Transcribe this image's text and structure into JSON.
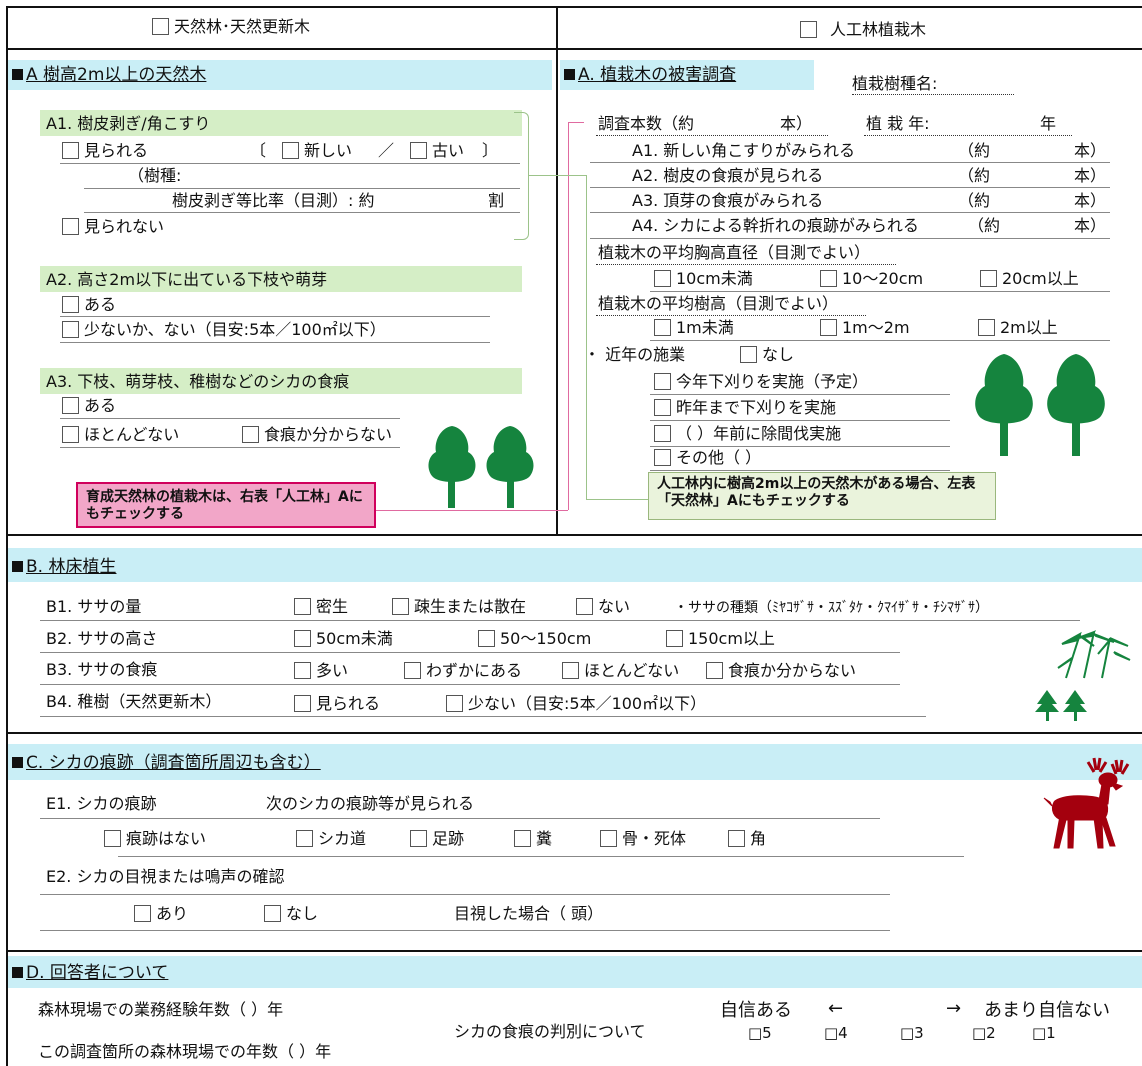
{
  "header": {
    "left_label": "天然林･天然更新木",
    "right_label": "人工林植栽木"
  },
  "A_left": {
    "title": "A 樹高2m以上の天然木",
    "A1": {
      "label": "A1. 樹皮剥ぎ/角こすり",
      "seen": "見られる",
      "bracket_open": "〔",
      "new": "新しい",
      "slash": "／",
      "old": "古い",
      "bracket_close": "〕",
      "species": "（樹種:",
      "ratio": "樹皮剥ぎ等比率（目測）: 約",
      "ratio_unit": "割",
      "not_seen": "見られない"
    },
    "A2": {
      "label": "A2. 高さ2m以下に出ている下枝や萌芽",
      "opt1": "ある",
      "opt2": "少ないか、ない（目安:5本／100㎡以下）"
    },
    "A3": {
      "label": "A3. 下枝、萌芽枝、稚樹などのシカの食痕",
      "opt1": "ある",
      "opt2": "ほとんどない",
      "opt3": "食痕か分からない"
    },
    "note": "育成天然林の植栽木は、右表「人工林」Aにもチェックする"
  },
  "A_right": {
    "title": "A.  植栽木の被害調査",
    "species_label": "植栽樹種名:",
    "count_label": "調査本数（約",
    "count_unit": "本）",
    "year_label": "植 栽 年:",
    "year_unit": "年",
    "items": [
      {
        "label": "A1. 新しい角こすりがみられる",
        "pre": "（約",
        "unit": "本）"
      },
      {
        "label": "A2. 樹皮の食痕が見られる",
        "pre": "（約",
        "unit": "本）"
      },
      {
        "label": "A3. 頂芽の食痕がみられる",
        "pre": "（約",
        "unit": "本）"
      },
      {
        "label": "A4. シカによる幹折れの痕跡がみられる",
        "pre": "（約",
        "unit": "本）"
      }
    ],
    "dbh_label": "植栽木の平均胸高直径（目測でよい）",
    "dbh_opts": [
      "10cm未満",
      "10～20cm",
      "20cm以上"
    ],
    "height_label": "植栽木の平均樹高（目測でよい）",
    "height_opts": [
      "1m未満",
      "1m～2m",
      "2m以上"
    ],
    "recent_label": "近年の施業",
    "recent_none": "なし",
    "recent_opts": [
      "今年下刈りを実施（予定）",
      "昨年まで下刈りを実施",
      "（            ）年前に除間伐実施",
      "その他（                              ）"
    ],
    "note": "人工林内に樹高2m以上の天然木がある場合、左表「天然林」Aにもチェックする"
  },
  "B": {
    "title": "B. 林床植生",
    "rows": [
      {
        "label": "B1. ササの量",
        "opts": [
          "密生",
          "疎生または散在",
          "ない"
        ],
        "extra": "・ササの種類（ﾐﾔｺｻﾞｻ・ｽｽﾞﾀｹ・ｸﾏｲｻﾞｻ・ﾁｼﾏｻﾞｻ）"
      },
      {
        "label": "B2. ササの高さ",
        "opts": [
          "50cm未満",
          "50～150cm",
          "150cm以上"
        ]
      },
      {
        "label": "B3. ササの食痕",
        "opts": [
          "多い",
          "わずかにある",
          "ほとんどない",
          "食痕か分からない"
        ]
      },
      {
        "label": "B4. 稚樹（天然更新木）",
        "opts": [
          "見られる",
          "少ない（目安:5本／100㎡以下）"
        ]
      }
    ]
  },
  "C": {
    "title": "C. シカの痕跡（調査箇所周辺も含む）",
    "E1_label": "E1. シカの痕跡",
    "E1_sub": "次のシカの痕跡等が見られる",
    "E1_opts": [
      "痕跡はない",
      "シカ道",
      "足跡",
      "糞",
      "骨・死体",
      "角"
    ],
    "E2_label": "E2. シカの目視または鳴声の確認",
    "E2_opts": [
      "あり",
      "なし"
    ],
    "E2_count": "目視した場合（                    頭）"
  },
  "D": {
    "title": "D. 回答者について",
    "exp_years": "森林現場での業務経験年数（    ）年",
    "site_years": "この調査箇所の森林現場での年数（    ）年",
    "judge_label": "シカの食痕の判別について",
    "confident": "自信ある",
    "arrow_left": "←",
    "arrow_right": "→",
    "not_confident": "あまり自信ない",
    "scale": [
      "□5",
      "□4",
      "□3",
      "□2",
      "□1"
    ]
  },
  "colors": {
    "band": "#c9eef6",
    "green_band": "#d5eec6",
    "tree": "#15843e",
    "deer": "#a4000e",
    "pink": "#f2a6c8"
  }
}
